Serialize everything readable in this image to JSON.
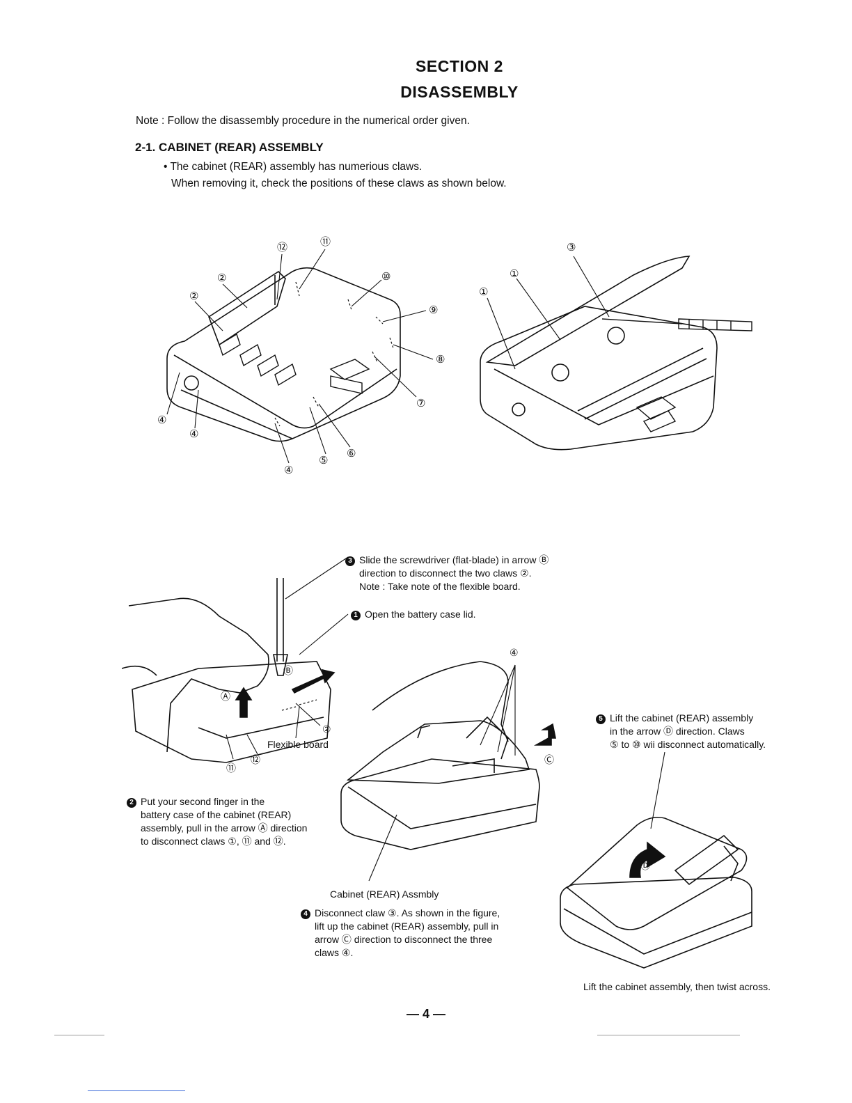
{
  "header": {
    "section": "SECTION 2",
    "title": "DISASSEMBLY"
  },
  "note": "Note : Follow the disassembly procedure in the numerical order given.",
  "subsection": {
    "title": "2-1. CABINET (REAR) ASSEMBLY",
    "bullet_line1": "• The cabinet (REAR) assembly has numerious claws.",
    "bullet_line2": "When removing it, check the positions of these claws as shown below."
  },
  "figure_top_left": {
    "labels": [
      "⑫",
      "⑪",
      "②",
      "②",
      "⑩",
      "⑨",
      "⑧",
      "⑦",
      "⑥",
      "⑤",
      "④",
      "④",
      "④"
    ]
  },
  "figure_top_right": {
    "labels": [
      "③",
      "①",
      "①"
    ]
  },
  "steps": {
    "step3": {
      "num": "3",
      "line1": "Slide the screwdriver (flat-blade) in arrow Ⓑ",
      "line2": "direction to disconnect the two claws ②.",
      "line3": "Note : Take note of the flexible board."
    },
    "step1": {
      "num": "1",
      "line1": "Open the battery case lid."
    },
    "step2": {
      "num": "2",
      "line1": "Put your second finger in the",
      "line2": "battery case of the cabinet (REAR)",
      "line3": "assembly, pull in the arrow Ⓐ direction",
      "line4": "to disconnect claws ①, ⑪ and ⑫."
    },
    "step4": {
      "num": "4",
      "line1": "Disconnect claw ③. As shown in the figure,",
      "line2": "lift up the cabinet (REAR) assembly, pull in",
      "line3": "arrow Ⓒ direction to disconnect the three",
      "line4": "claws ④."
    },
    "step5": {
      "num": "5",
      "line1": "Lift the cabinet (REAR) assembly",
      "line2": "in the arrow Ⓓ direction. Claws",
      "line3": "⑤ to ⑩ wii disconnect automatically."
    }
  },
  "figure_bottom": {
    "flexible_board": "Flexible board",
    "cabinet_label": "Cabinet (REAR) Assmbly",
    "twist_caption": "Lift the cabinet assembly, then twist across.",
    "labels_left": [
      "Ⓑ",
      "Ⓐ",
      "②",
      "⑪",
      "⑫"
    ],
    "labels_mid": [
      "④",
      "Ⓒ"
    ],
    "labels_right": [
      "Ⓓ"
    ]
  },
  "page_number": "— 4 —"
}
